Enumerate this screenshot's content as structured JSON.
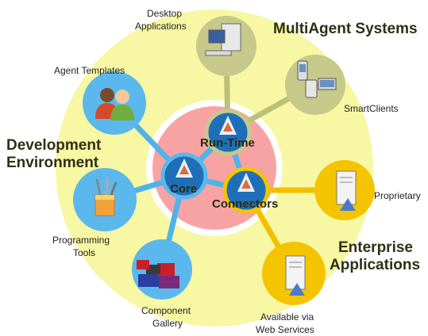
{
  "colors": {
    "outer_ring": "#f7f7a4",
    "inner_ring_white": "#ffffff",
    "core_disc": "#f7a0a0",
    "blue_node": "#5bb8ec",
    "blue_node_dark": "#1f6fb8",
    "olive_node": "#c6c98a",
    "gold_node": "#f5c400",
    "blue_line": "#4fb3e8",
    "olive_line": "#b8bb74",
    "gold_line": "#f2c000"
  },
  "sections": {
    "multiagent": "MultiAgent Systems",
    "development": [
      "Development",
      "Environment"
    ],
    "enterprise": [
      "Enterprise",
      "Applications"
    ]
  },
  "core_nodes": {
    "runtime": "Run-Time",
    "core": "Core",
    "connectors": "Connectors"
  },
  "nodes": {
    "desktop": [
      "Desktop",
      "Applications"
    ],
    "smartclients": "SmartClients",
    "agent_templates": "Agent Templates",
    "programming_tools": [
      "Programming",
      "Tools"
    ],
    "component_gallery": [
      "Component",
      "Gallery"
    ],
    "proprietary": "Proprietary",
    "web_services": [
      "Available via",
      "Web Services"
    ]
  },
  "icons": {
    "desktop": "desktop-computer-icon",
    "smartclients": "handheld-devices-icon",
    "agent_templates": "people-icon",
    "programming_tools": "toolbox-icon",
    "component_gallery": "building-blocks-icon",
    "proprietary": "server-icon",
    "web_services": "server-icon",
    "core": "agent-figure-icon"
  }
}
